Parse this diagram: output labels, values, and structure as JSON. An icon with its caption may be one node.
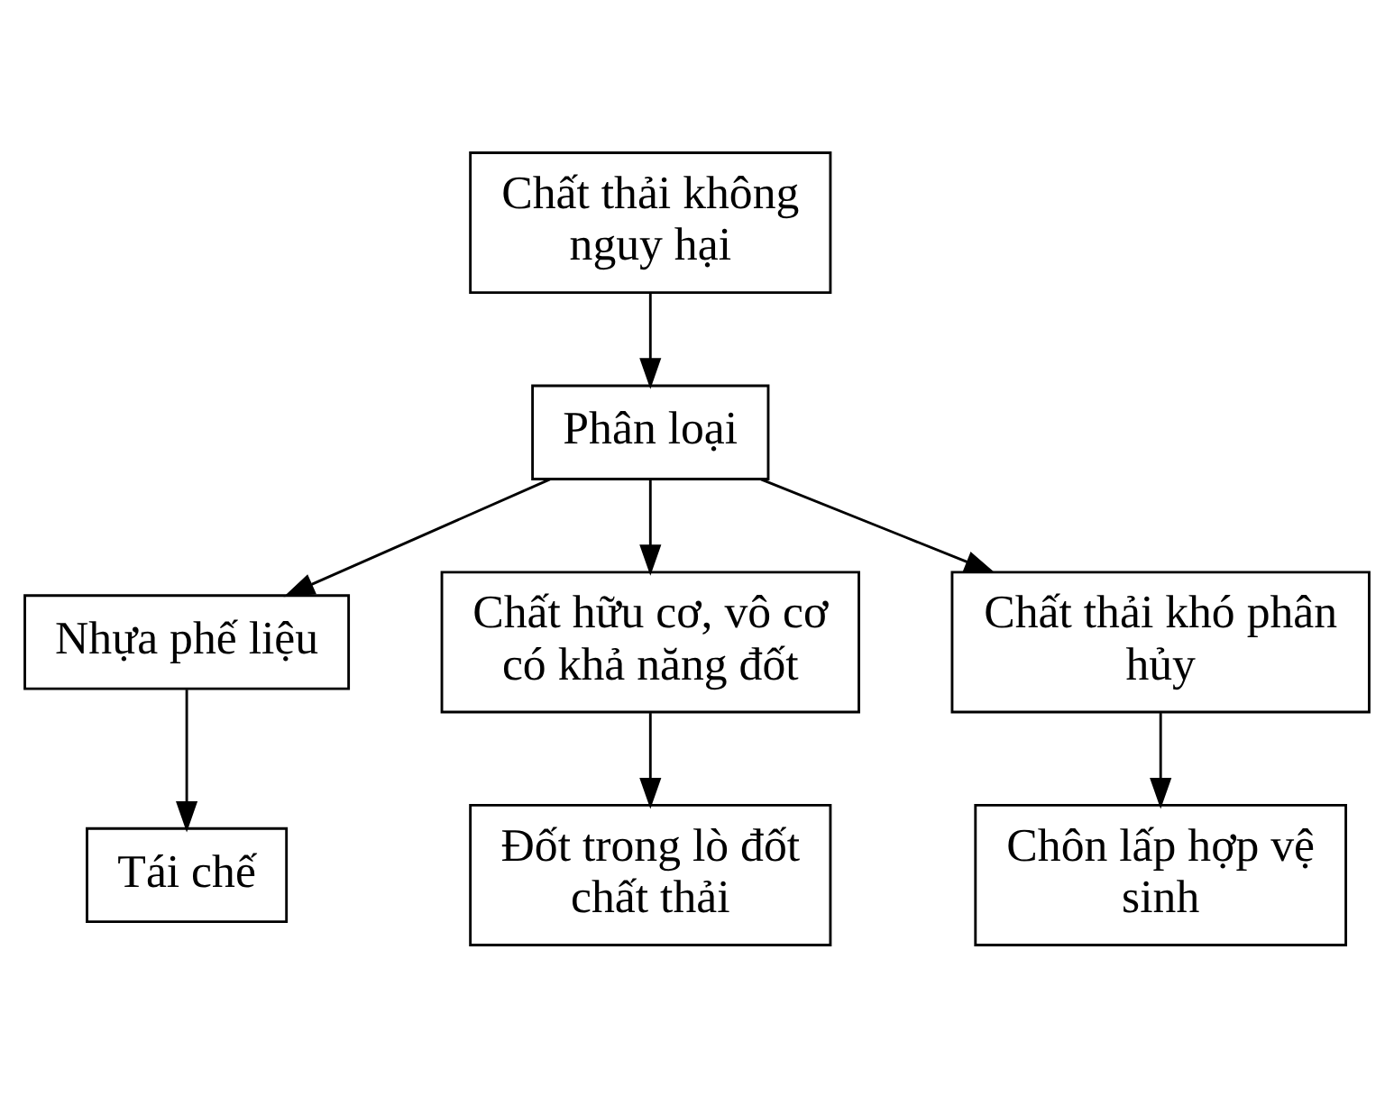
{
  "diagram": {
    "nodes": [
      {
        "text": [
          "Chất thải không nguy hại"
        ]
      },
      {
        "text": [
          "Phân loại"
        ]
      },
      {
        "text": [
          "Nhựa phế liệu"
        ]
      },
      {
        "text": [
          "Chất hữu cơ, vô cơ có khả năng đốt"
        ]
      },
      {
        "text": [
          "Tái chế"
        ]
      },
      {
        "text": [
          "Chất thải khó phân hủy"
        ]
      },
      {
        "text": [
          "Đốt trong lò đốt chất thải"
        ]
      },
      {
        "text": [
          "Chôn lấp hợp vệ sinh"
        ]
      }
    ],
    "edges": [
      {
        "from": 0,
        "to": 1,
        "arrow": "to"
      },
      {
        "from": 1,
        "to": 2,
        "arrow": "to"
      },
      {
        "from": 1,
        "to": 3,
        "arrow": "to"
      },
      {
        "from": 2,
        "to": 4,
        "arrow": "to"
      },
      {
        "from": 1,
        "to": 5,
        "arrow": "to"
      },
      {
        "from": 3,
        "to": 6,
        "arrow": "to"
      },
      {
        "from": 5,
        "to": 7,
        "arrow": "to"
      }
    ]
  }
}
